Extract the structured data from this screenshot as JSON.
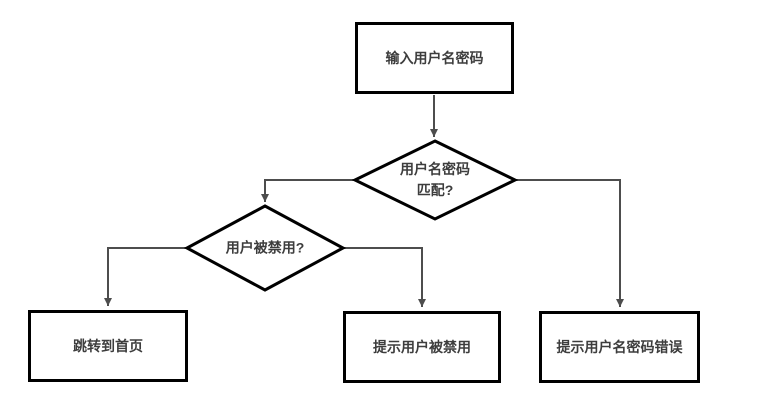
{
  "flowchart": {
    "title": "login-flowchart",
    "nodes": {
      "start": {
        "type": "process",
        "label": "输入用户名密码"
      },
      "decision_match": {
        "type": "decision",
        "label_line1": "用户名密码",
        "label_line2": "匹配?"
      },
      "decision_disabled": {
        "type": "decision",
        "label": "用户被禁用?"
      },
      "go_home": {
        "type": "process",
        "label": "跳转到首页"
      },
      "msg_disabled": {
        "type": "process",
        "label": "提示用户被禁用"
      },
      "msg_wrong": {
        "type": "process",
        "label": "提示用户名密码错误"
      }
    },
    "edges": [
      {
        "from": "start",
        "to": "decision_match"
      },
      {
        "from": "decision_match",
        "to": "decision_disabled"
      },
      {
        "from": "decision_match",
        "to": "msg_wrong"
      },
      {
        "from": "decision_disabled",
        "to": "go_home"
      },
      {
        "from": "decision_disabled",
        "to": "msg_disabled"
      }
    ],
    "colors": {
      "background": "#ffffff",
      "node_border": "#000000",
      "node_fill": "#ffffff",
      "connector": "#4d4d4d",
      "text": "#3d3d3d"
    }
  }
}
